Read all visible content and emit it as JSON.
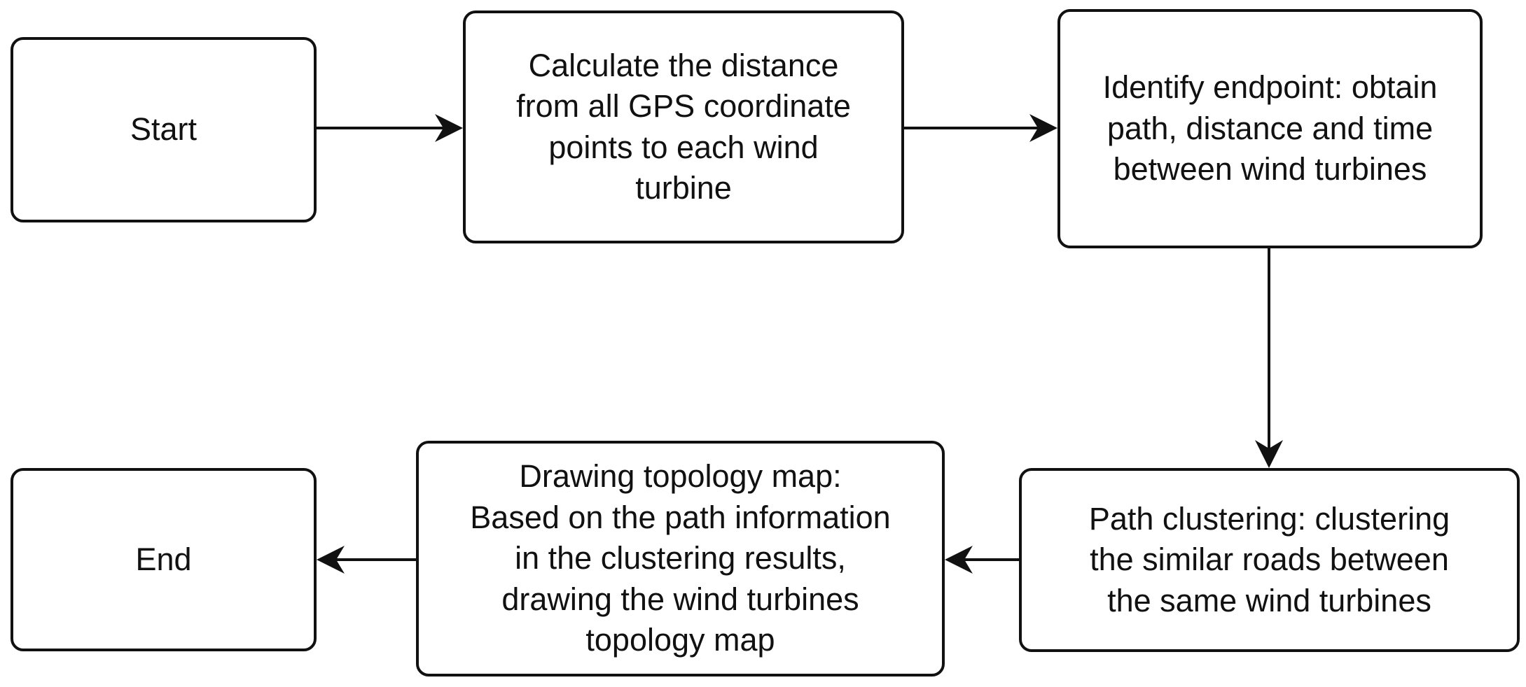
{
  "diagram": {
    "nodes": {
      "start": {
        "label": "Start"
      },
      "calc": {
        "label": "Calculate the distance\nfrom all GPS coordinate\npoints to each wind\nturbine"
      },
      "identify": {
        "label": "Identify endpoint: obtain\npath, distance and time\nbetween wind turbines"
      },
      "path": {
        "label": "Path clustering: clustering\nthe similar roads between\nthe same wind turbines"
      },
      "draw": {
        "label": "Drawing topology map:\nBased on the path information\nin the clustering results,\ndrawing the wind turbines\ntopology map"
      },
      "end": {
        "label": "End"
      }
    },
    "edges": [
      {
        "from": "start",
        "to": "calc"
      },
      {
        "from": "calc",
        "to": "identify"
      },
      {
        "from": "identify",
        "to": "path"
      },
      {
        "from": "path",
        "to": "draw"
      },
      {
        "from": "draw",
        "to": "end"
      }
    ]
  }
}
